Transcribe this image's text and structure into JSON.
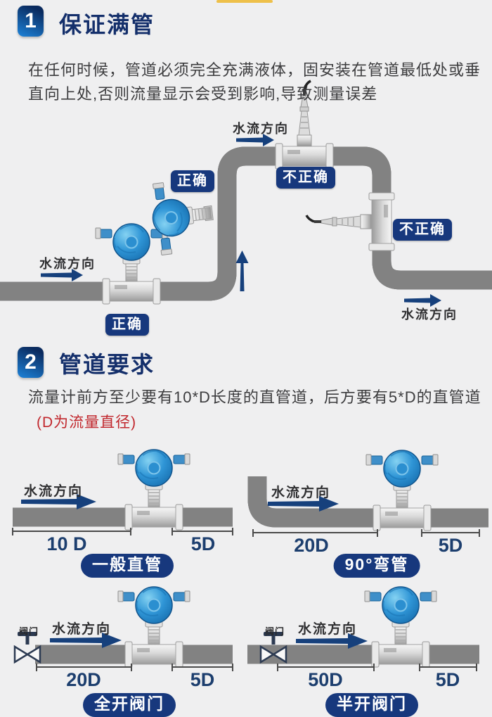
{
  "colors": {
    "background": "#efeff0",
    "badge_navy": "#17387d",
    "title_navy": "#142f6b",
    "arrow_blue": "#16407c",
    "note_red": "#c1272d",
    "pipe_gray": "#c6c6c6",
    "flowmeter_blue": "#2f95d6",
    "yellow_accent": "#eec04a"
  },
  "section1": {
    "number": "1",
    "title": "保证满管",
    "body": "在任何时候，管道必须完全充满液体，固安装在管道最低处或垂直向上处,否则流量显示会受到影响,导致测量误差",
    "diagram": {
      "flow_top": "水流方向",
      "flow_left": "水流方向",
      "flow_right": "水流方向",
      "correct_top": "正确",
      "correct_bottom": "正确",
      "incorrect_top": "不正确",
      "incorrect_right": "不正确"
    }
  },
  "section2": {
    "number": "2",
    "title": "管道要求",
    "body": "流量计前方至少要有10*D长度的直管道，后方要有5*D的直管道",
    "note": "(D为流量直径)",
    "diagrams": [
      {
        "flow": "水流方向",
        "before": "10 D",
        "after": "5D",
        "caption": "一般直管"
      },
      {
        "flow": "水流方向",
        "before": "20D",
        "after": "5D",
        "caption": "90°弯管"
      },
      {
        "flow": "水流方向",
        "before": "20D",
        "after": "5D",
        "caption": "全开阀门",
        "valve": "阀门"
      },
      {
        "flow": "水流方向",
        "before": "50D",
        "after": "5D",
        "caption": "半开阀门",
        "valve": "阀门"
      }
    ]
  }
}
